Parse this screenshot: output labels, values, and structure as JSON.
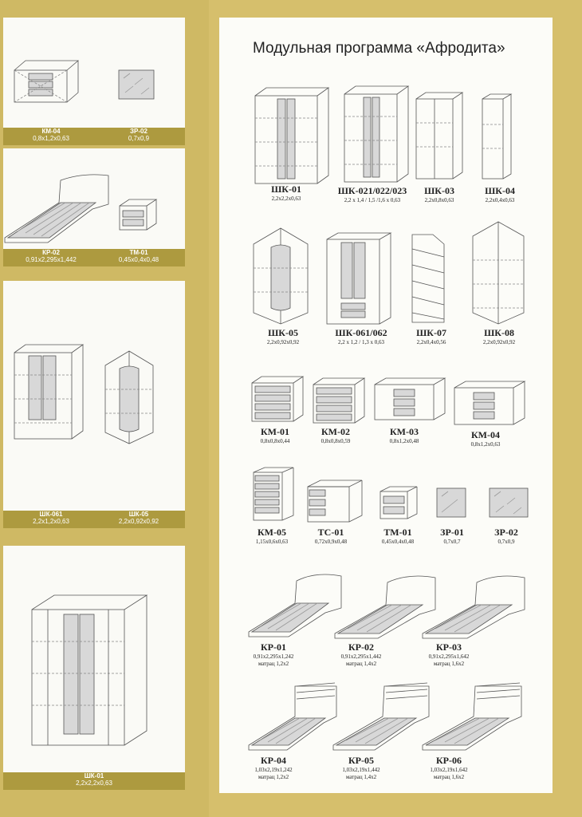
{
  "title": "Модульная программа «Афродита»",
  "left_panels": [
    {
      "items": [
        {
          "code": "КМ-04",
          "dims": "0,8x1,2x0,63"
        },
        {
          "code": "ЗР-02",
          "dims": "0,7x0,9"
        }
      ]
    },
    {
      "items": [
        {
          "code": "КР-02",
          "dims": "0,91x2,295x1,442"
        },
        {
          "code": "ТМ-01",
          "dims": "0,45x0,4x0,48"
        }
      ]
    },
    {
      "items": [
        {
          "code": "ШК-061",
          "dims": "2,2x1,2x0,63"
        },
        {
          "code": "ШК-05",
          "dims": "2,2x0,92x0,92"
        }
      ]
    },
    {
      "items": [
        {
          "code": "ШК-01",
          "dims": "2,2x2,2x0,63"
        }
      ]
    }
  ],
  "catalog": [
    {
      "code": "ШК-01",
      "dims": "2,2x2,2x0,63",
      "extra": ""
    },
    {
      "code": "ШК-021/022/023",
      "dims": "2,2 x 1,4 / 1,5 /1,6 x 0,63",
      "extra": ""
    },
    {
      "code": "ШК-03",
      "dims": "2,2x0,8x0,63",
      "extra": ""
    },
    {
      "code": "ШК-04",
      "dims": "2,2x0,4x0,63",
      "extra": ""
    },
    {
      "code": "ШК-05",
      "dims": "2,2x0,92x0,92",
      "extra": ""
    },
    {
      "code": "ШК-061/062",
      "dims": "2,2 x 1,2 / 1,3 x 0,63",
      "extra": ""
    },
    {
      "code": "ШК-07",
      "dims": "2,2x0,4x0,56",
      "extra": ""
    },
    {
      "code": "ШК-08",
      "dims": "2,2x0,92x0,92",
      "extra": ""
    },
    {
      "code": "КМ-01",
      "dims": "0,8x0,8x0,44",
      "extra": ""
    },
    {
      "code": "КМ-02",
      "dims": "0,8x0,8x0,59",
      "extra": ""
    },
    {
      "code": "КМ-03",
      "dims": "0,8x1,2x0,48",
      "extra": ""
    },
    {
      "code": "КМ-04",
      "dims": "0,8x1,2x0,63",
      "extra": ""
    },
    {
      "code": "КМ-05",
      "dims": "1,15x0,6x0,63",
      "extra": ""
    },
    {
      "code": "ТС-01",
      "dims": "0,72x0,9x0,48",
      "extra": ""
    },
    {
      "code": "ТМ-01",
      "dims": "0,45x0,4x0,48",
      "extra": ""
    },
    {
      "code": "ЗР-01",
      "dims": "0,7x0,7",
      "extra": ""
    },
    {
      "code": "ЗР-02",
      "dims": "0,7x0,9",
      "extra": ""
    },
    {
      "code": "КР-01",
      "dims": "0,91x2,295x1,242",
      "extra": "матрац 1,2x2"
    },
    {
      "code": "КР-02",
      "dims": "0,91x2,295x1,442",
      "extra": "матрац 1,4x2"
    },
    {
      "code": "КР-03",
      "dims": "0,91x2,295x1,642",
      "extra": "матрац 1,6x2"
    },
    {
      "code": "КР-04",
      "dims": "1,03x2,19x1,242",
      "extra": "матрац 1,2x2"
    },
    {
      "code": "КР-05",
      "dims": "1,03x2,19x1,442",
      "extra": "матрац 1,4x2"
    },
    {
      "code": "КР-06",
      "dims": "1,03x2,19x1,642",
      "extra": "матрац 1,6x2"
    }
  ]
}
